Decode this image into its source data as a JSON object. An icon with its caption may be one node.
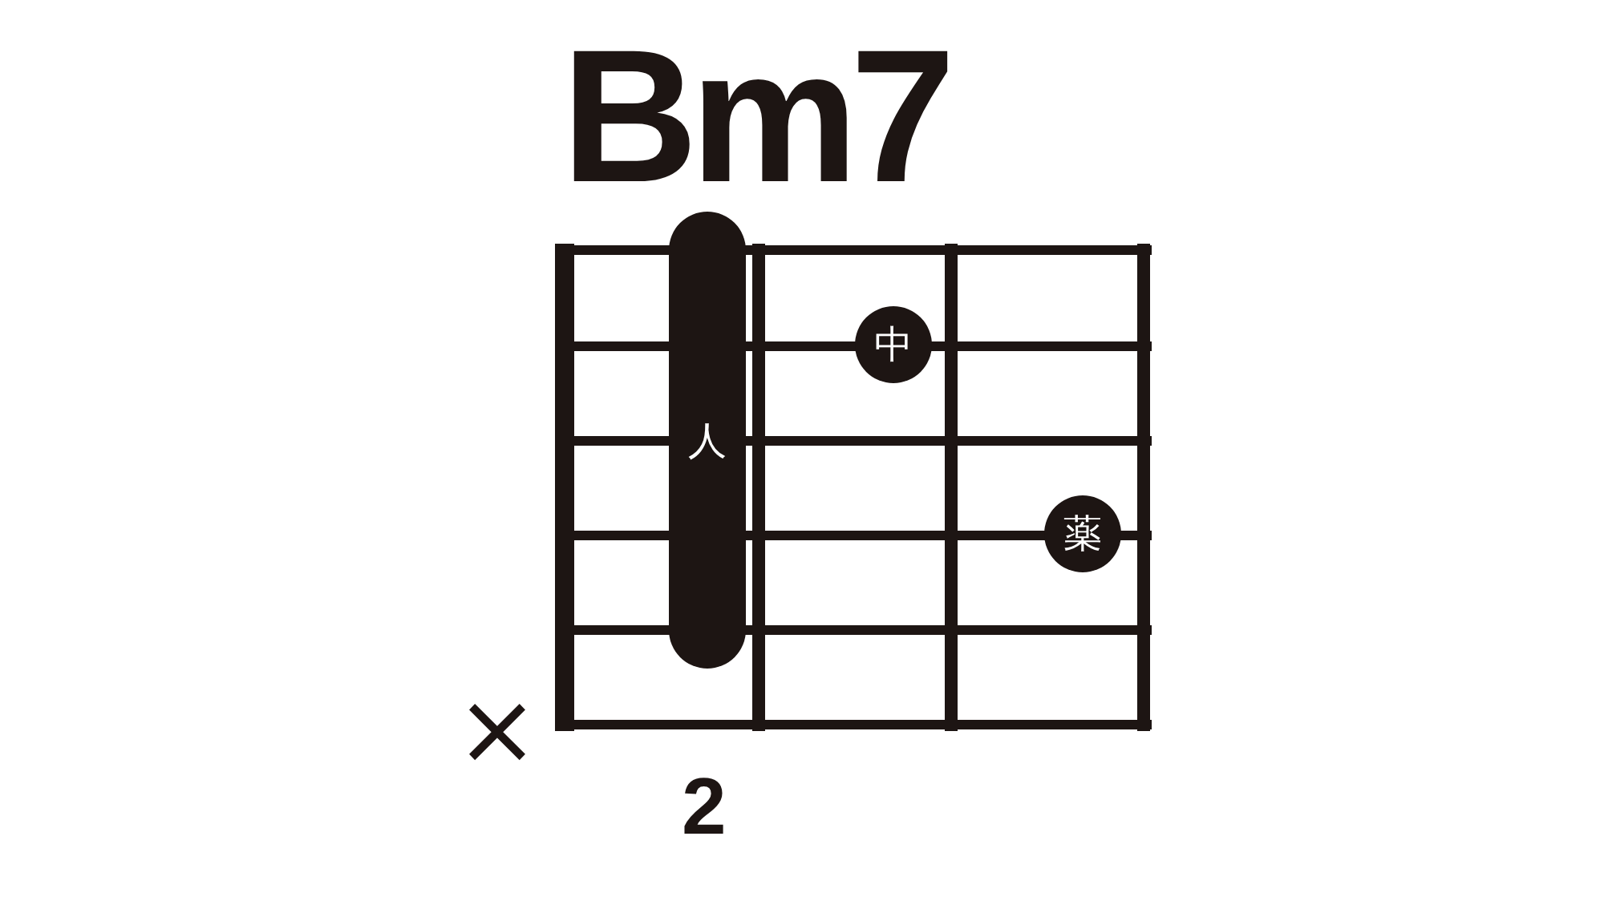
{
  "diagram": {
    "title": "Bm7",
    "nodes": [
      {
        "text": [
          "人"
        ]
      },
      {
        "text": [
          "中"
        ]
      },
      {
        "text": [
          "薬"
        ]
      }
    ],
    "labels": [
      "×",
      "2"
    ]
  }
}
